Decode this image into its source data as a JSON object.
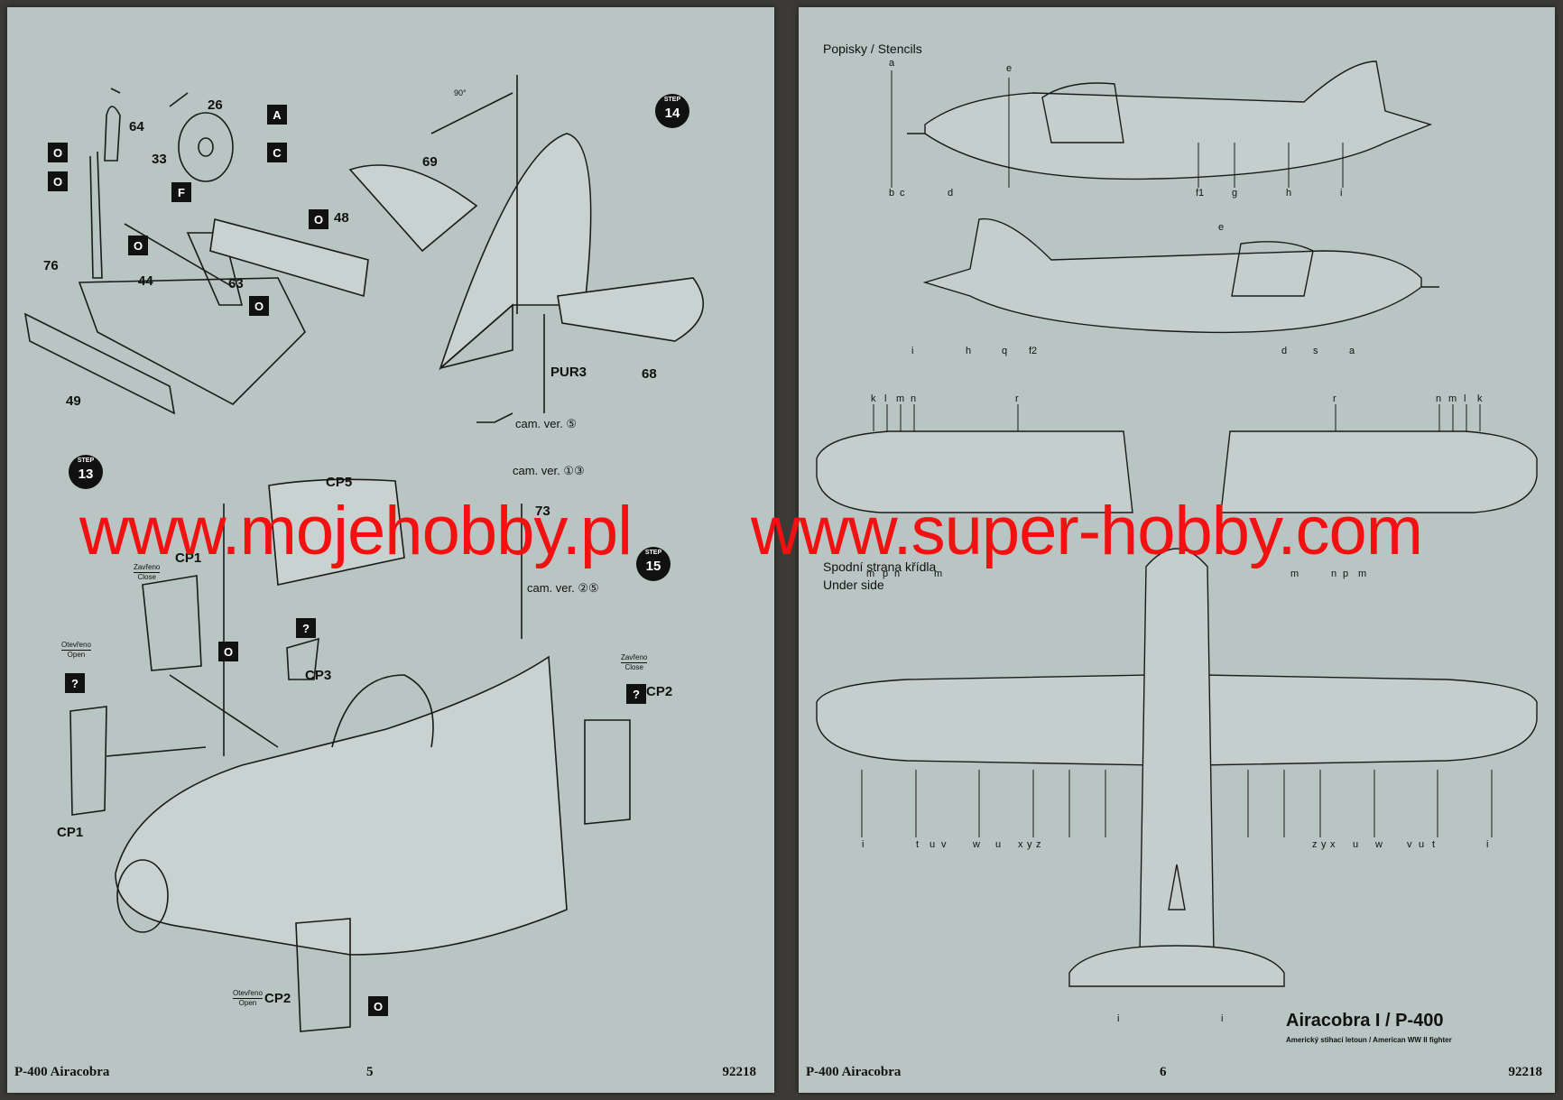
{
  "left_page": {
    "parts": {
      "p26": "26",
      "p64": "64",
      "p33": "33",
      "p76": "76",
      "p44": "44",
      "p63": "63",
      "p48": "48",
      "p69": "69",
      "p49": "49",
      "p68": "68",
      "p73": "73",
      "pur3": "PUR3",
      "cp5": "CP5",
      "cp1_top": "CP1",
      "cp1_bottom": "CP1",
      "cp3": "CP3",
      "cp2_right": "CP2",
      "cp2_bottom": "CP2"
    },
    "steps": [
      {
        "word": "STEP",
        "num": "14"
      },
      {
        "word": "STEP",
        "num": "13"
      },
      {
        "word": "STEP",
        "num": "15"
      }
    ],
    "camera_views": {
      "v1": "cam. ver. ⑤",
      "v2": "cam. ver. ①③",
      "v3": "cam. ver. ②⑤"
    },
    "angle": "90°",
    "paint_codes": {
      "a": "A",
      "c": "C",
      "o": "O",
      "f": "F",
      "q": "?"
    },
    "open_closed": {
      "closed_cz": "Zavřeno",
      "closed_en": "Close",
      "open_cz": "Otevřeno",
      "open_en": "Open"
    },
    "footer": {
      "title": "P-400 Airacobra",
      "page": "5",
      "code": "92218"
    }
  },
  "right_page": {
    "heading": "Popisky / Stencils",
    "underside_cz": "Spodní strana křídla",
    "underside_en": "Under side",
    "title": "Airacobra I / P-400",
    "subtitle": "Americký stihací letoun / American WW II fighter",
    "footer": {
      "title": "P-400 Airacobra",
      "page": "6",
      "code": "92218"
    },
    "profile1_top_letters": [
      "a",
      "e"
    ],
    "profile1_bottom_letters": [
      "b",
      "c",
      "d",
      "f1",
      "g",
      "h",
      "i"
    ],
    "profile2_top_letters": [
      "e"
    ],
    "profile2_bottom_letters": [
      "i",
      "h",
      "q",
      "f2",
      "d",
      "s",
      "a"
    ],
    "wing_left_top": [
      "k",
      "l",
      "m",
      "n",
      "r"
    ],
    "wing_right_top": [
      "r",
      "n",
      "m",
      "l",
      "k"
    ],
    "wing_left_bottom": [
      "m",
      "p",
      "n",
      "m"
    ],
    "wing_right_bottom": [
      "m",
      "n",
      "p",
      "m"
    ],
    "underside_letters": [
      "i",
      "t",
      "u",
      "v",
      "w",
      "u",
      "x",
      "y",
      "z",
      "z",
      "y",
      "x",
      "u",
      "w",
      "v",
      "u",
      "t",
      "i"
    ],
    "tail_letters": [
      "i",
      "i"
    ]
  },
  "watermarks": {
    "left": "www.mojehobby.pl",
    "right": "www.super-hobby.com"
  }
}
